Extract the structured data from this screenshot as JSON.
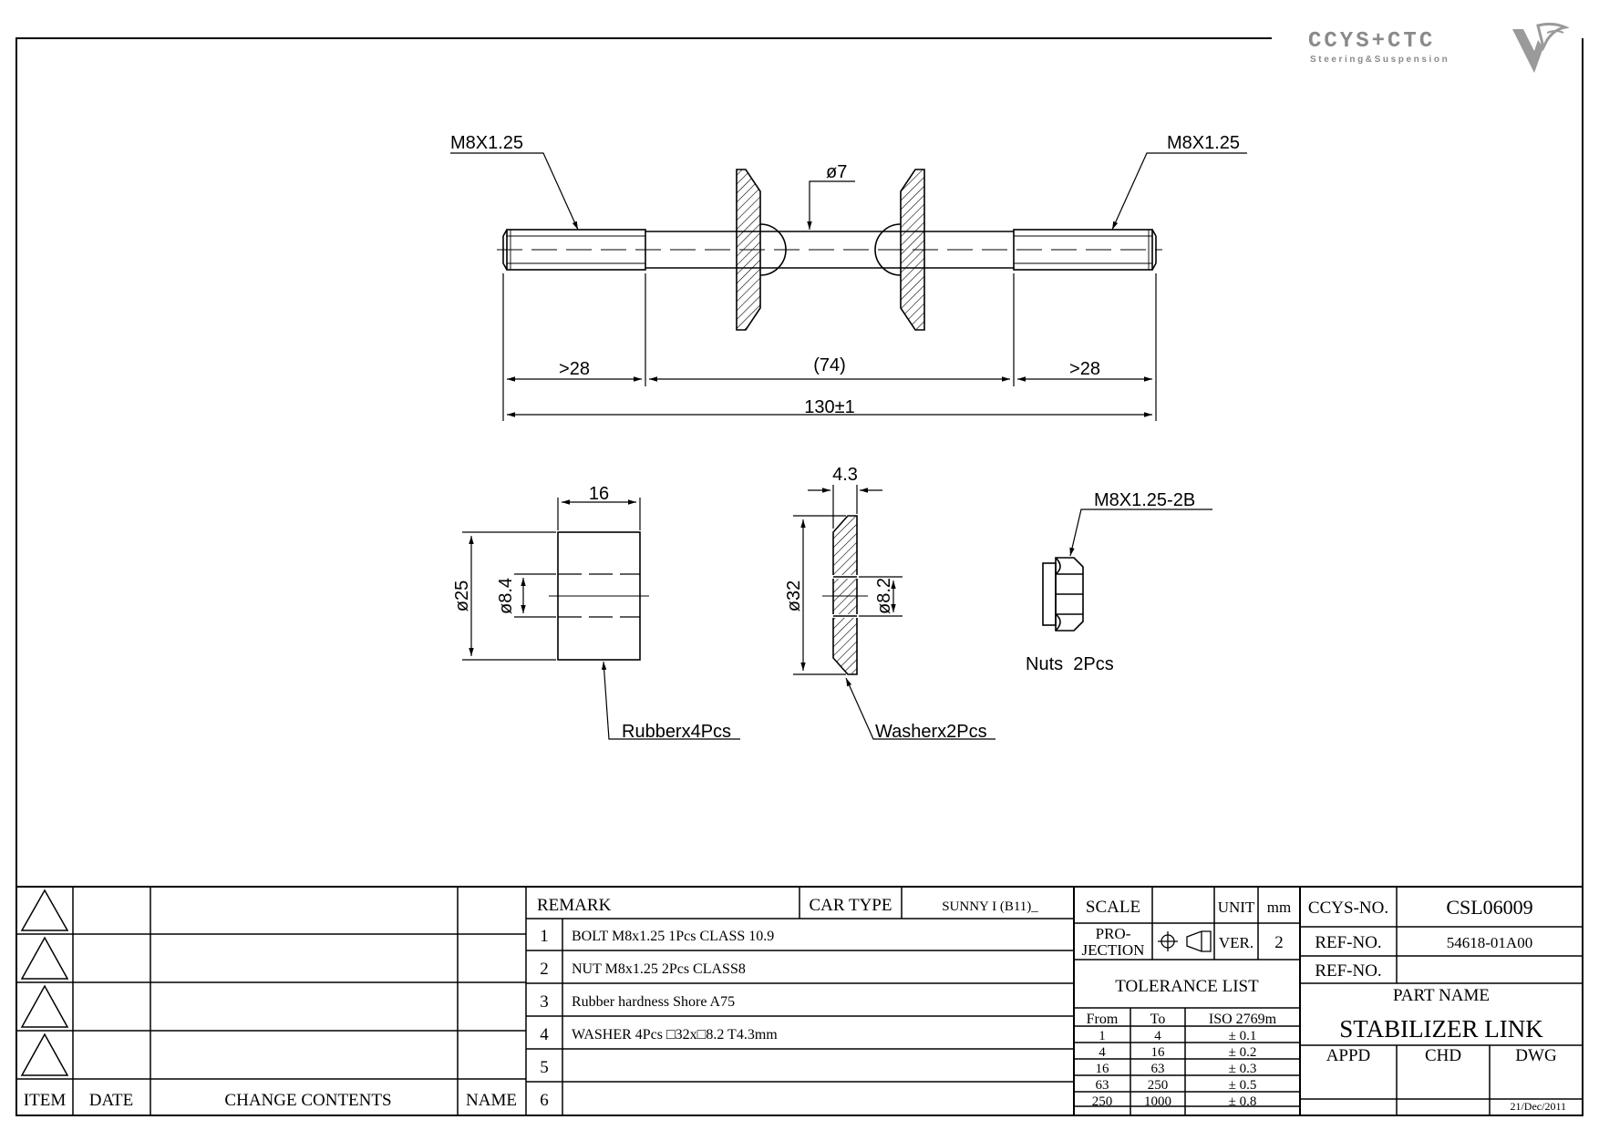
{
  "logo": {
    "brand": "CCYS+CTC",
    "tagline": "Steering&Suspension"
  },
  "bolt": {
    "thread_left": "M8X1.25",
    "thread_right": "M8X1.25",
    "shaft_dia": "ø7",
    "dim_left": ">28",
    "dim_mid": "(74)",
    "dim_right": ">28",
    "dim_total": "130±1"
  },
  "rubber": {
    "width": "16",
    "outer_dia": "ø25",
    "inner_dia": "ø8.4",
    "label": "Rubberx4Pcs"
  },
  "washer": {
    "thickness": "4.3",
    "outer_dia": "ø32",
    "inner_dia": "ø8.2",
    "label": "Washerx2Pcs"
  },
  "nut": {
    "thread": "M8X1.25-2B",
    "label": "Nuts  2Pcs"
  },
  "revision_block": {
    "headers": [
      "ITEM",
      "DATE",
      "CHANGE CONTENTS",
      "NAME"
    ]
  },
  "remarks": {
    "title": "REMARK",
    "car_type_label": "CAR TYPE",
    "car_type_value": "SUNNY I (B11)_",
    "items": [
      {
        "num": "1",
        "text": "BOLT  M8x1.25 1Pcs CLASS 10.9"
      },
      {
        "num": "2",
        "text": "NUT M8x1.25 2Pcs CLASS8"
      },
      {
        "num": "3",
        "text": "Rubber hardness Shore A75"
      },
      {
        "num": "4",
        "text": "WASHER 4Pcs □32x□8.2 T4.3mm"
      },
      {
        "num": "5",
        "text": ""
      },
      {
        "num": "6",
        "text": ""
      }
    ]
  },
  "spec": {
    "scale_label": "SCALE",
    "scale_value": "",
    "unit_label": "UNIT",
    "unit_value": "mm",
    "projection_line1": "PRO-",
    "projection_line2": "JECTION",
    "ver_label": "VER.",
    "ver_value": "2",
    "tolerance_title": "TOLERANCE LIST",
    "tol_headers": [
      "From",
      "To",
      "ISO 2769m"
    ],
    "tol_rows": [
      [
        "1",
        "4",
        "± 0.1"
      ],
      [
        "4",
        "16",
        "± 0.2"
      ],
      [
        "16",
        "63",
        "± 0.3"
      ],
      [
        "63",
        "250",
        "± 0.5"
      ],
      [
        "250",
        "1000",
        "± 0.8"
      ]
    ]
  },
  "title_block": {
    "ccys_label": "CCYS-NO.",
    "ccys_value": "CSL06009",
    "ref1_label": "REF-NO.",
    "ref1_value": "54618-01A00",
    "ref2_label": "REF-NO.",
    "ref2_value": "",
    "part_name_label": "PART NAME",
    "part_name": "STABILIZER LINK",
    "appd": "APPD",
    "chd": "CHD",
    "dwg": "DWG",
    "date": "21/Dec/2011"
  }
}
